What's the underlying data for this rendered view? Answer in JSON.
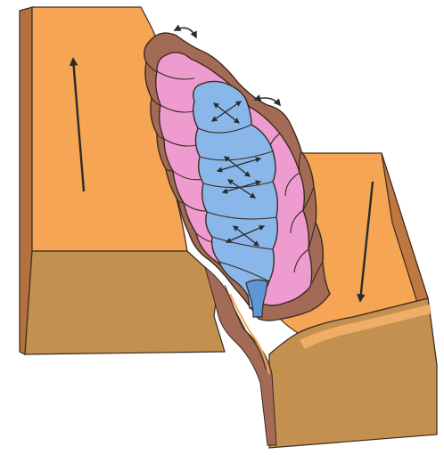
{
  "diagram": {
    "type": "strike-slip fault block diagram with en-echelon folds",
    "colors": {
      "block_top": "#F5A553",
      "block_front": "#C3904F",
      "block_left_side": "#B5703F",
      "outer_layer": "#A36B55",
      "middle_layer": "#EE9CD0",
      "inner_core": "#8AB7EA",
      "arrows": "#2B2B2B",
      "outline": "#3A2A20"
    },
    "motion": {
      "left_block": "up",
      "right_block": "down"
    },
    "fold_cells": [
      {
        "rotation_arrows": true
      },
      {
        "rotation_arrows": true
      },
      {
        "rotation_arrows": true
      },
      {
        "rotation_arrows": true
      }
    ],
    "rotation_indicators": [
      "curved-arrow-top-left",
      "curved-arrow-top-right"
    ]
  }
}
